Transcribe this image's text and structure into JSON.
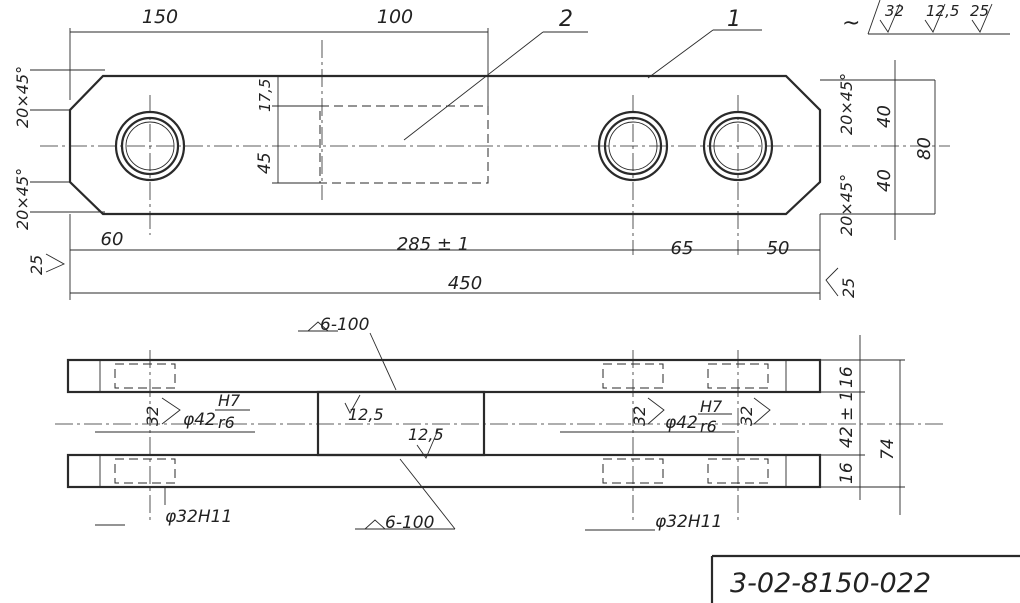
{
  "callouts": {
    "part1": "1",
    "part2": "2"
  },
  "roughness": {
    "prefix": "~",
    "values": [
      "32",
      "12,5",
      "25"
    ]
  },
  "plan": {
    "top_dims": [
      "150",
      "100"
    ],
    "chamfers": [
      "20×45°",
      "20×45°",
      "20×45°",
      "20×45°"
    ],
    "slot_dims": [
      "17,5",
      "45"
    ],
    "right_dims": [
      "40",
      "40",
      "80"
    ],
    "bottom_dims": [
      "60",
      "285 ± 1",
      "65",
      "50"
    ],
    "overall": "450",
    "roughness_left": "25",
    "roughness_right": "25"
  },
  "section": {
    "weld_top": "6-100",
    "weld_bottom": "6-100",
    "rough_125_a": "12,5",
    "rough_125_b": "12,5",
    "left_fit": {
      "rough": "32",
      "dia": "φ42",
      "upper": "H7",
      "lower": "r6"
    },
    "right_fit": {
      "rough_a": "32",
      "dia": "φ42",
      "upper": "H7",
      "lower": "r6",
      "rough_b": "32"
    },
    "hole_left": "φ32H11",
    "hole_right": "φ32H11",
    "side_dims": [
      "16",
      "42 ± 1",
      "16",
      "74"
    ]
  },
  "title_block": {
    "number": "3-02-8150-022"
  }
}
